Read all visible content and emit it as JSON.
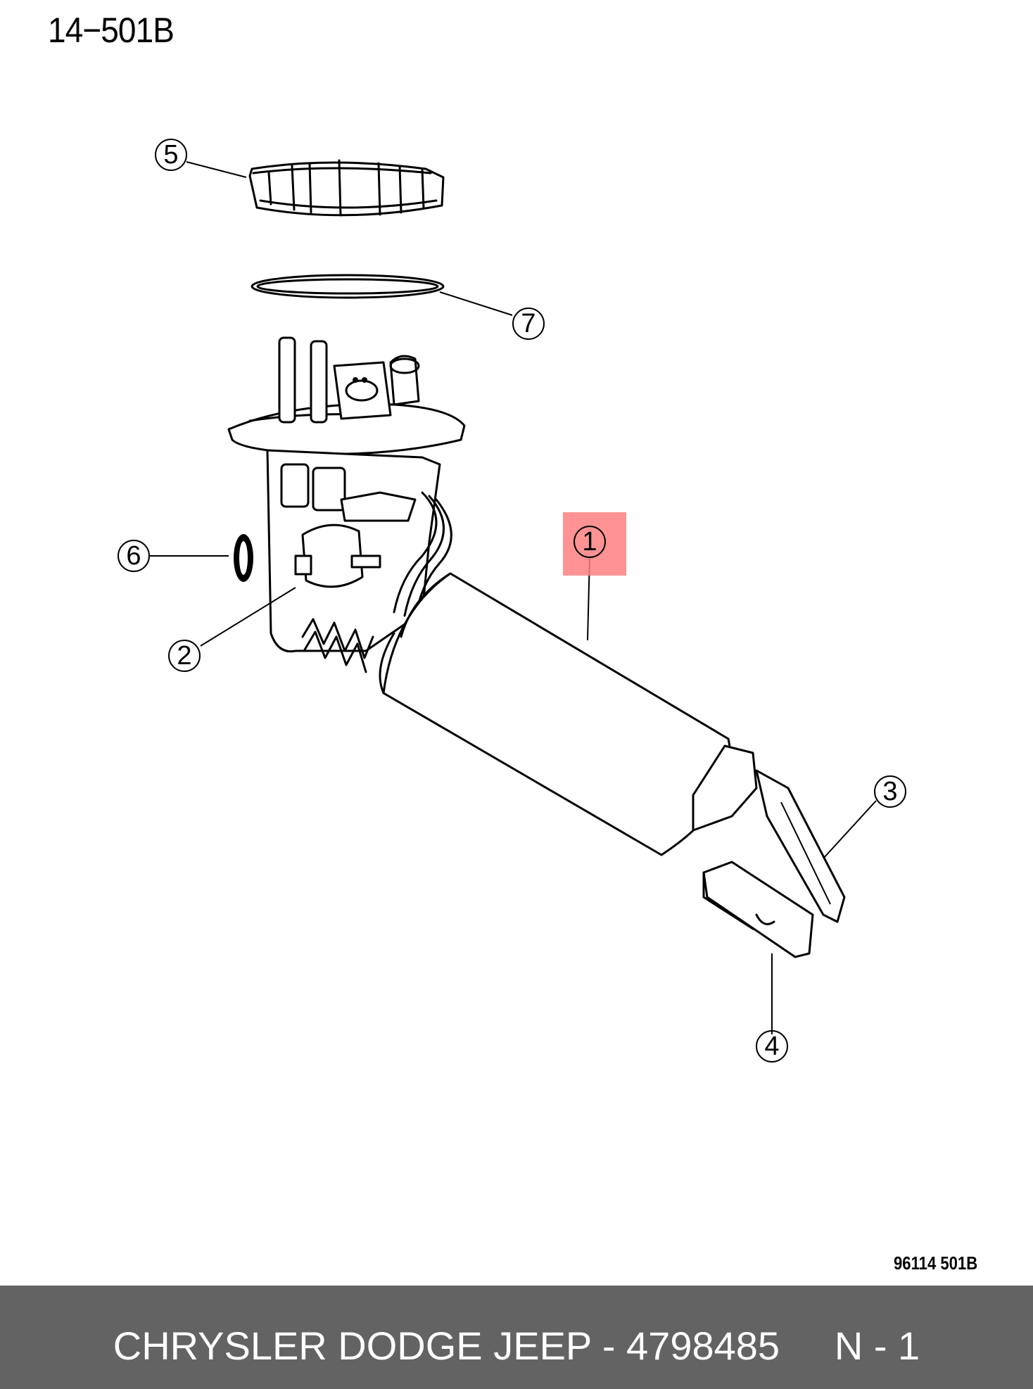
{
  "diagram": {
    "title": "14−501B",
    "reference_code": "96114  501B",
    "highlight_color": "#ff8080",
    "highlighted_callout": "1",
    "callouts": [
      {
        "label": "1"
      },
      {
        "label": "2"
      },
      {
        "label": "3"
      },
      {
        "label": "4"
      },
      {
        "label": "5"
      },
      {
        "label": "6"
      },
      {
        "label": "7"
      }
    ]
  },
  "footer": {
    "text": "CHRYSLER DODGE JEEP - 4798485     N - 1",
    "background_color": "#636363",
    "text_color": "#ffffff"
  }
}
